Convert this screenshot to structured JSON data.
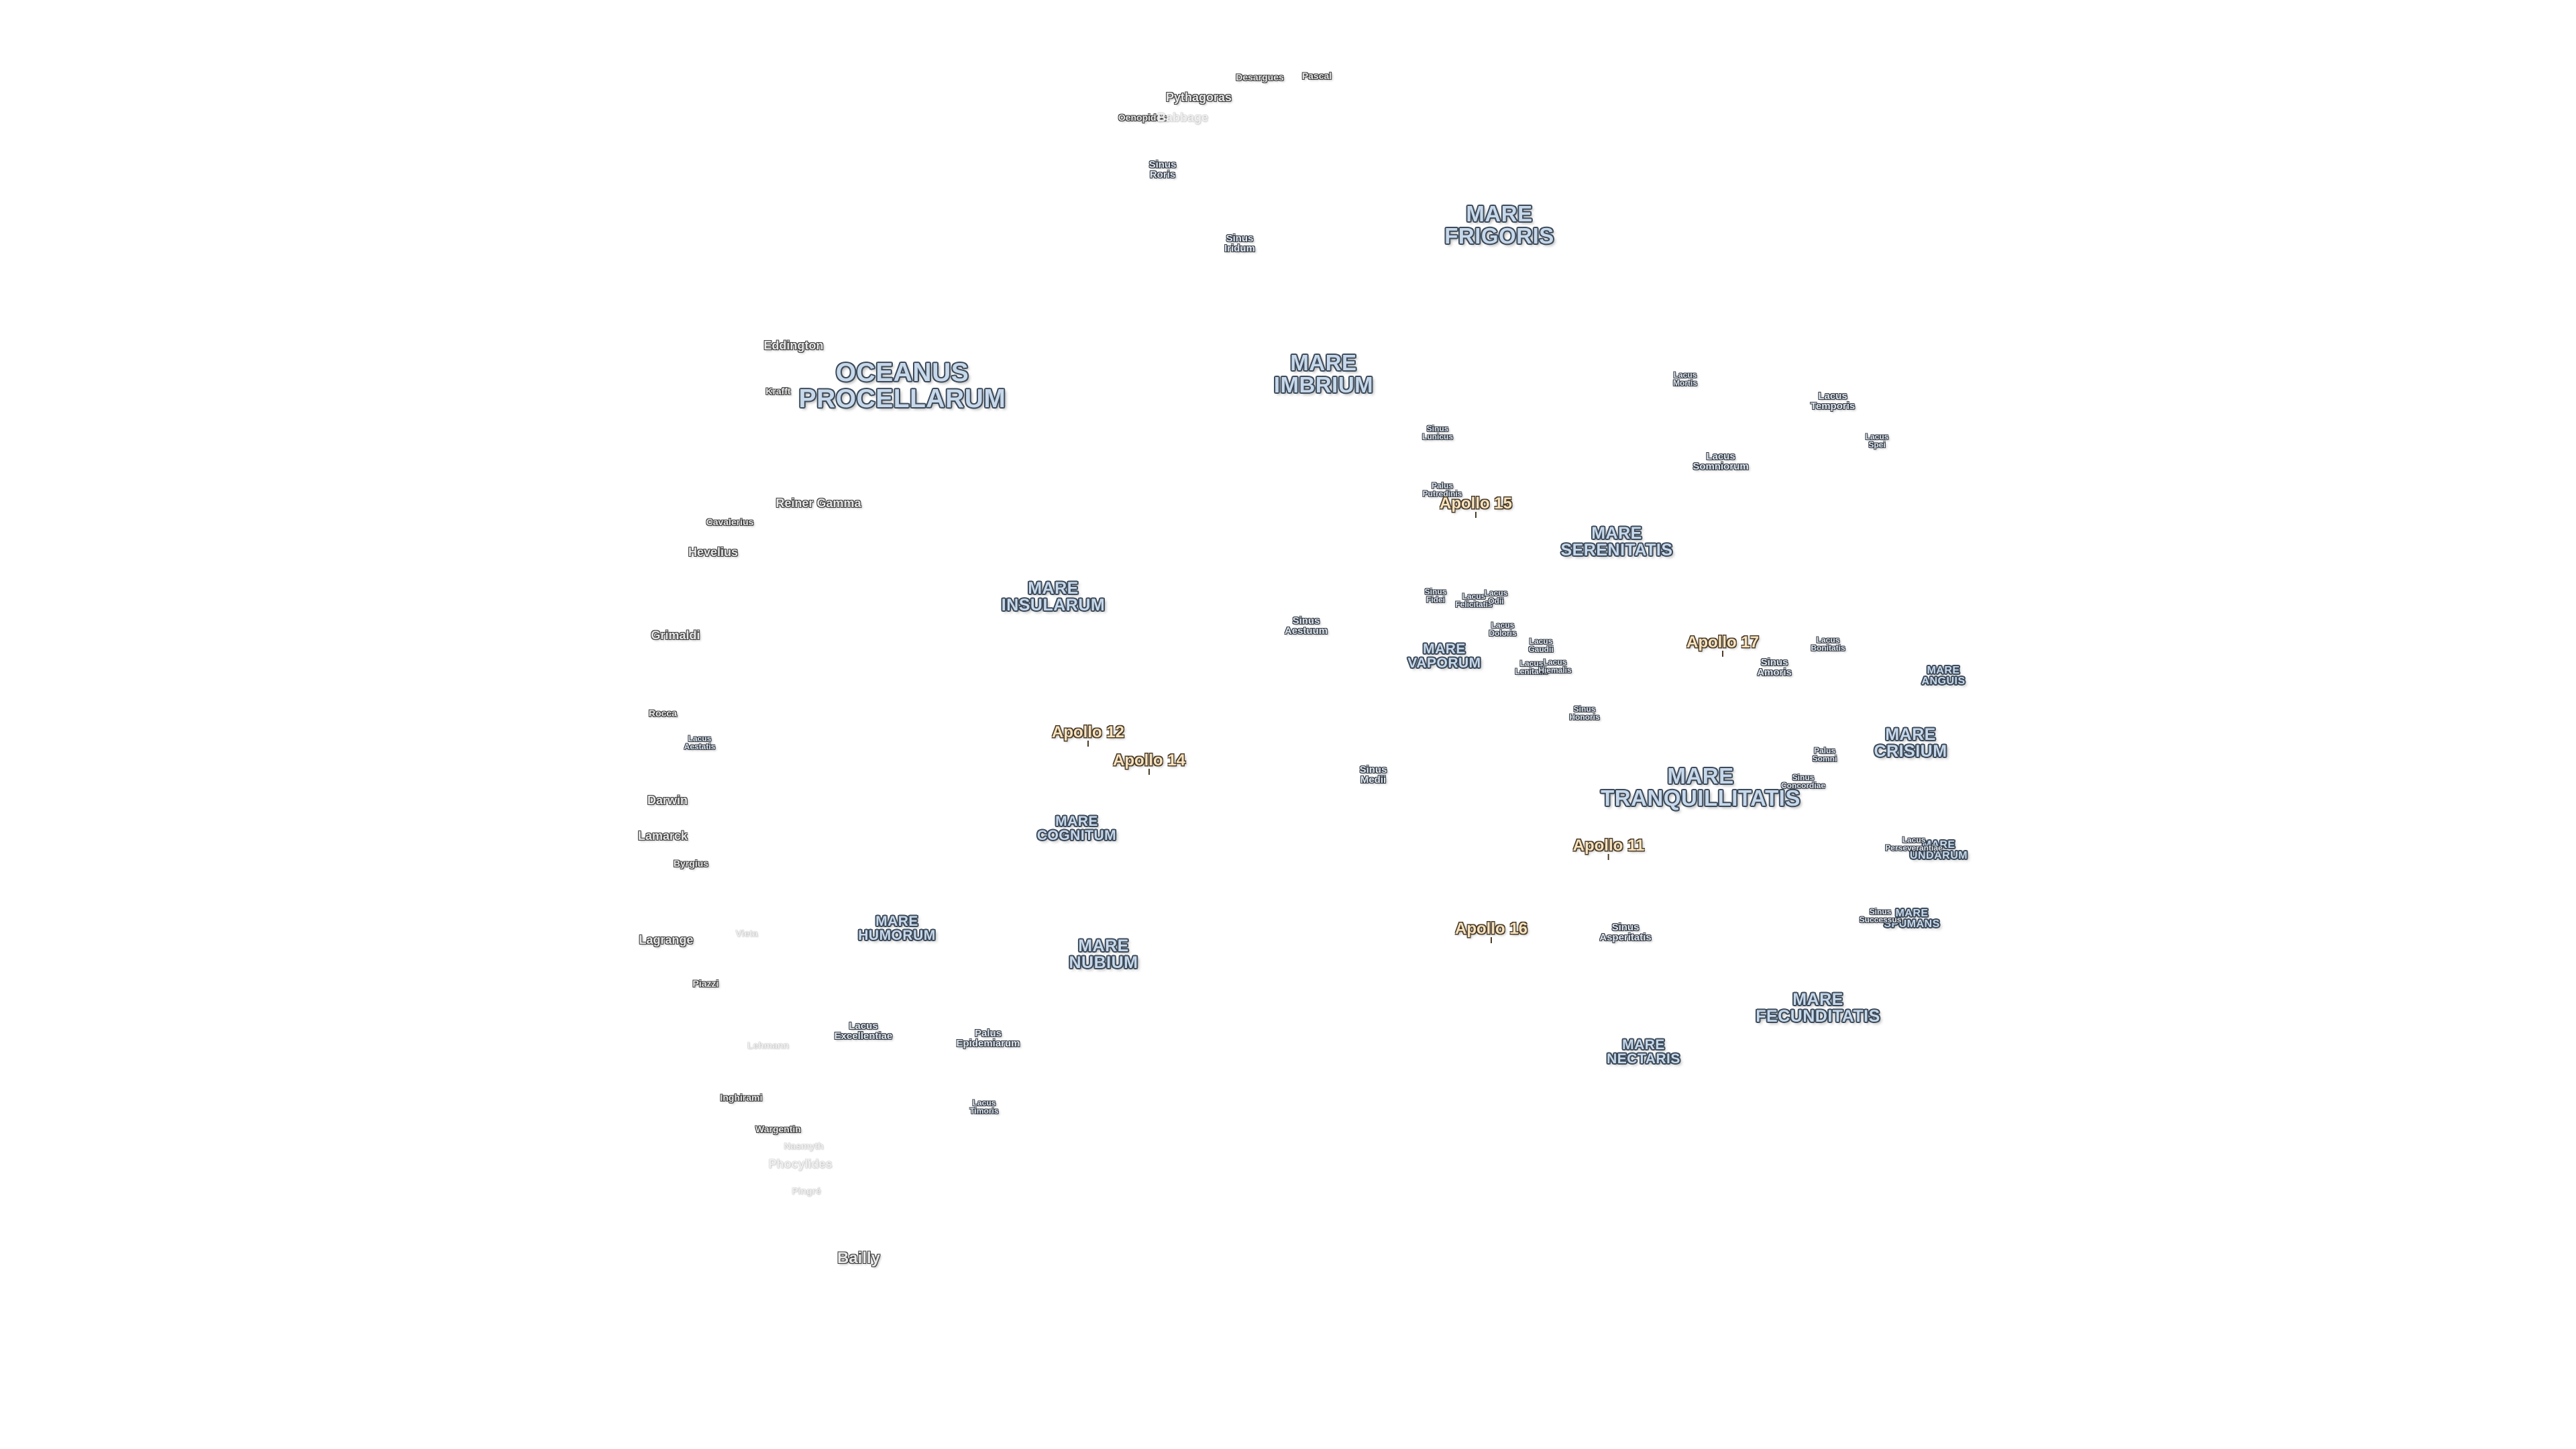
{
  "map": {
    "maria": [
      {
        "id": "mare-frigoris",
        "name": "MARE\nFRIGORIS",
        "size": "l"
      },
      {
        "id": "oceanus-procellarum",
        "name": "OCEANUS\nPROCELLARUM",
        "size": "xl"
      },
      {
        "id": "mare-imbrium",
        "name": "MARE\nIMBRIUM",
        "size": "l"
      },
      {
        "id": "mare-serenitatis",
        "name": "MARE\nSERENITATIS",
        "size": "m"
      },
      {
        "id": "mare-insularum",
        "name": "MARE\nINSULARUM",
        "size": "m"
      },
      {
        "id": "mare-vaporum",
        "name": "MARE\nVAPORUM",
        "size": "s"
      },
      {
        "id": "mare-tranquillitatis",
        "name": "MARE\nTRANQUILLITATIS",
        "size": "l"
      },
      {
        "id": "mare-crisium",
        "name": "MARE\nCRISIUM",
        "size": "m"
      },
      {
        "id": "mare-anguis",
        "name": "MARE\nANGUIS",
        "size": "xs"
      },
      {
        "id": "mare-cognitum",
        "name": "MARE\nCOGNITUM",
        "size": "s"
      },
      {
        "id": "mare-humorum",
        "name": "MARE\nHUMORUM",
        "size": "s"
      },
      {
        "id": "mare-nubium",
        "name": "MARE\nNUBIUM",
        "size": "m"
      },
      {
        "id": "mare-fecunditatis",
        "name": "MARE\nFECUNDITATIS",
        "size": "m"
      },
      {
        "id": "mare-nectaris",
        "name": "MARE\nNECTARIS",
        "size": "s"
      },
      {
        "id": "mare-undarum",
        "name": "MARE\nUNDARUM",
        "size": "xs"
      },
      {
        "id": "mare-spumans",
        "name": "MARE\nSPUMANS",
        "size": "xs"
      }
    ],
    "features": [
      {
        "id": "sinus-roris",
        "name": "Sinus\nRoris",
        "size": "m"
      },
      {
        "id": "sinus-iridum",
        "name": "Sinus\nIridum",
        "size": "m"
      },
      {
        "id": "lacus-mortis",
        "name": "Lacus\nMortis",
        "size": "s"
      },
      {
        "id": "lacus-temporis",
        "name": "Lacus\nTemporis",
        "size": "m"
      },
      {
        "id": "lacus-spei",
        "name": "Lacus\nSpei",
        "size": "s"
      },
      {
        "id": "lacus-somniorum",
        "name": "Lacus\nSomniorum",
        "size": "m"
      },
      {
        "id": "sinus-lunicus",
        "name": "Sinus\nLunicus",
        "size": "s"
      },
      {
        "id": "palus-putredinis",
        "name": "Palus\nPutredinis",
        "size": "s"
      },
      {
        "id": "sinus-aestuum",
        "name": "Sinus\nAestuum",
        "size": "m"
      },
      {
        "id": "sinus-fidei",
        "name": "Sinus\nFidei",
        "size": "s"
      },
      {
        "id": "lacus-felicitatis",
        "name": "Lacus\nFelicitatis",
        "size": "s"
      },
      {
        "id": "lacus-odii",
        "name": "Lacus\nOdii",
        "size": "s"
      },
      {
        "id": "lacus-doloris",
        "name": "Lacus\nDoloris",
        "size": "s"
      },
      {
        "id": "lacus-gaudii",
        "name": "Lacus\nGaudii",
        "size": "s"
      },
      {
        "id": "lacus-lenitatis",
        "name": "Lacus\nLenitatis",
        "size": "s"
      },
      {
        "id": "lacus-hiemalis",
        "name": "Lacus\nHiemalis",
        "size": "s"
      },
      {
        "id": "lacus-bonitatis",
        "name": "Lacus\nBonitatis",
        "size": "s"
      },
      {
        "id": "sinus-amoris",
        "name": "Sinus\nAmoris",
        "size": "m"
      },
      {
        "id": "sinus-honoris",
        "name": "Sinus\nHonoris",
        "size": "s"
      },
      {
        "id": "sinus-medii",
        "name": "Sinus\nMedii",
        "size": "m"
      },
      {
        "id": "palus-somni",
        "name": "Palus\nSomni",
        "size": "s"
      },
      {
        "id": "sinus-concordiae",
        "name": "Sinus\nConcordiae",
        "size": "s"
      },
      {
        "id": "lacus-perseverantiae",
        "name": "Lacus\nPerseverantiae",
        "size": "s"
      },
      {
        "id": "sinus-successus",
        "name": "Sinus\nSuccessus",
        "size": "s"
      },
      {
        "id": "sinus-asperitatis",
        "name": "Sinus\nAsperitatis",
        "size": "m"
      },
      {
        "id": "lacus-aestatis",
        "name": "Lacus\nAestatis",
        "size": "s"
      },
      {
        "id": "lacus-excellentiae",
        "name": "Lacus\nExcellentiae",
        "size": "m"
      },
      {
        "id": "palus-epidemiarum",
        "name": "Palus\nEpidemiarum",
        "size": "m"
      },
      {
        "id": "lacus-timoris",
        "name": "Lacus\nTimoris",
        "size": "s"
      }
    ],
    "craters": [
      {
        "id": "desargues",
        "name": "Desargues",
        "size": "s",
        "faint": false
      },
      {
        "id": "pascal",
        "name": "Pascal",
        "size": "s",
        "faint": false
      },
      {
        "id": "pythagoras",
        "name": "Pythagoras",
        "size": "m",
        "faint": false
      },
      {
        "id": "oenopides",
        "name": "Oenopides",
        "size": "s",
        "faint": false
      },
      {
        "id": "babbage",
        "name": "Babbage",
        "size": "m",
        "faint": true
      },
      {
        "id": "eddington",
        "name": "Eddington",
        "size": "m",
        "faint": false
      },
      {
        "id": "krafft",
        "name": "Krafft",
        "size": "s",
        "faint": false
      },
      {
        "id": "reiner-gamma",
        "name": "Reiner Gamma",
        "size": "m",
        "faint": false
      },
      {
        "id": "cavalerius",
        "name": "Cavalerius",
        "size": "s",
        "faint": false
      },
      {
        "id": "hevelius",
        "name": "Hevelius",
        "size": "m",
        "faint": false
      },
      {
        "id": "grimaldi",
        "name": "Grimaldi",
        "size": "m",
        "faint": false
      },
      {
        "id": "rocca",
        "name": "Rocca",
        "size": "s",
        "faint": false
      },
      {
        "id": "darwin",
        "name": "Darwin",
        "size": "m",
        "faint": false
      },
      {
        "id": "lamarck",
        "name": "Lamarck",
        "size": "m",
        "faint": false
      },
      {
        "id": "byrgius",
        "name": "Byrgius",
        "size": "s",
        "faint": false
      },
      {
        "id": "lagrange",
        "name": "Lagrange",
        "size": "m",
        "faint": false
      },
      {
        "id": "vieta",
        "name": "Vieta",
        "size": "s",
        "faint": true
      },
      {
        "id": "piazzi",
        "name": "Piazzi",
        "size": "s",
        "faint": false
      },
      {
        "id": "lehmann",
        "name": "Lehmann",
        "size": "s",
        "faint": true
      },
      {
        "id": "inghirami",
        "name": "Inghirami",
        "size": "s",
        "faint": false
      },
      {
        "id": "wargentin",
        "name": "Wargentin",
        "size": "s",
        "faint": false
      },
      {
        "id": "nasmyth",
        "name": "Nasmyth",
        "size": "s",
        "faint": true
      },
      {
        "id": "phocylides",
        "name": "Phocylides",
        "size": "m",
        "faint": true
      },
      {
        "id": "pingre",
        "name": "Pingré",
        "size": "s",
        "faint": true
      },
      {
        "id": "bailly",
        "name": "Bailly",
        "size": "l",
        "faint": false
      }
    ],
    "apollo_sites": [
      {
        "id": "apollo-15",
        "name": "Apollo 15"
      },
      {
        "id": "apollo-17",
        "name": "Apollo 17"
      },
      {
        "id": "apollo-12",
        "name": "Apollo 12"
      },
      {
        "id": "apollo-14",
        "name": "Apollo 14"
      },
      {
        "id": "apollo-11",
        "name": "Apollo 11"
      },
      {
        "id": "apollo-16",
        "name": "Apollo 16"
      }
    ]
  }
}
